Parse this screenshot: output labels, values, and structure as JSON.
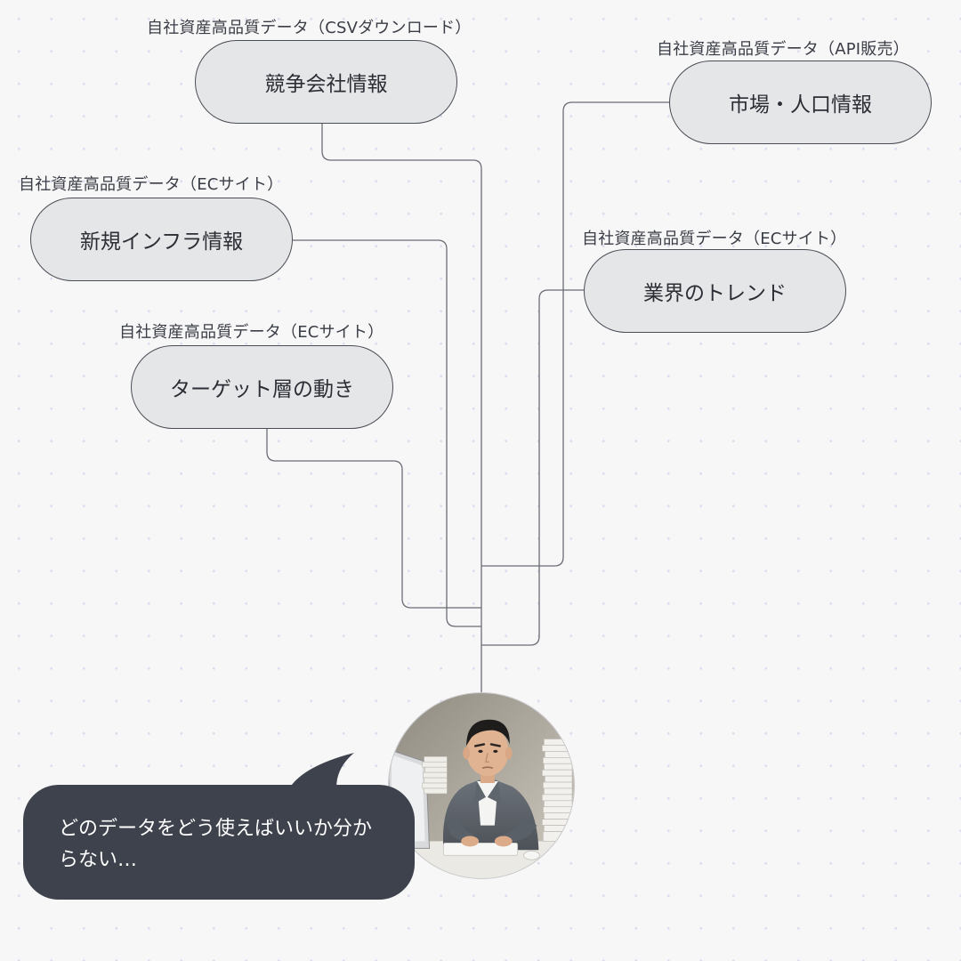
{
  "nodes": [
    {
      "id": "competitor",
      "label": "競争会社情報",
      "caption": "自社資産高品質データ（CSVダウンロード）"
    },
    {
      "id": "infra",
      "label": "新規インフラ情報",
      "caption": "自社資産高品質データ（ECサイト）"
    },
    {
      "id": "target",
      "label": "ターゲット層の動き",
      "caption": "自社資産高品質データ（ECサイト）"
    },
    {
      "id": "market",
      "label": "市場・人口情報",
      "caption": "自社資産高品質データ（API販売）"
    },
    {
      "id": "trend",
      "label": "業界のトレンド",
      "caption": "自社資産高品質データ（ECサイト）"
    }
  ],
  "speech_bubble": {
    "text": "どのデータをどう使えばいいか分からない…"
  },
  "colors": {
    "background": "#f7f7f8",
    "node_fill": "#e5e6e8",
    "node_border": "#4a4d55",
    "connector": "#6a6d75",
    "bubble": "#3e424c"
  }
}
